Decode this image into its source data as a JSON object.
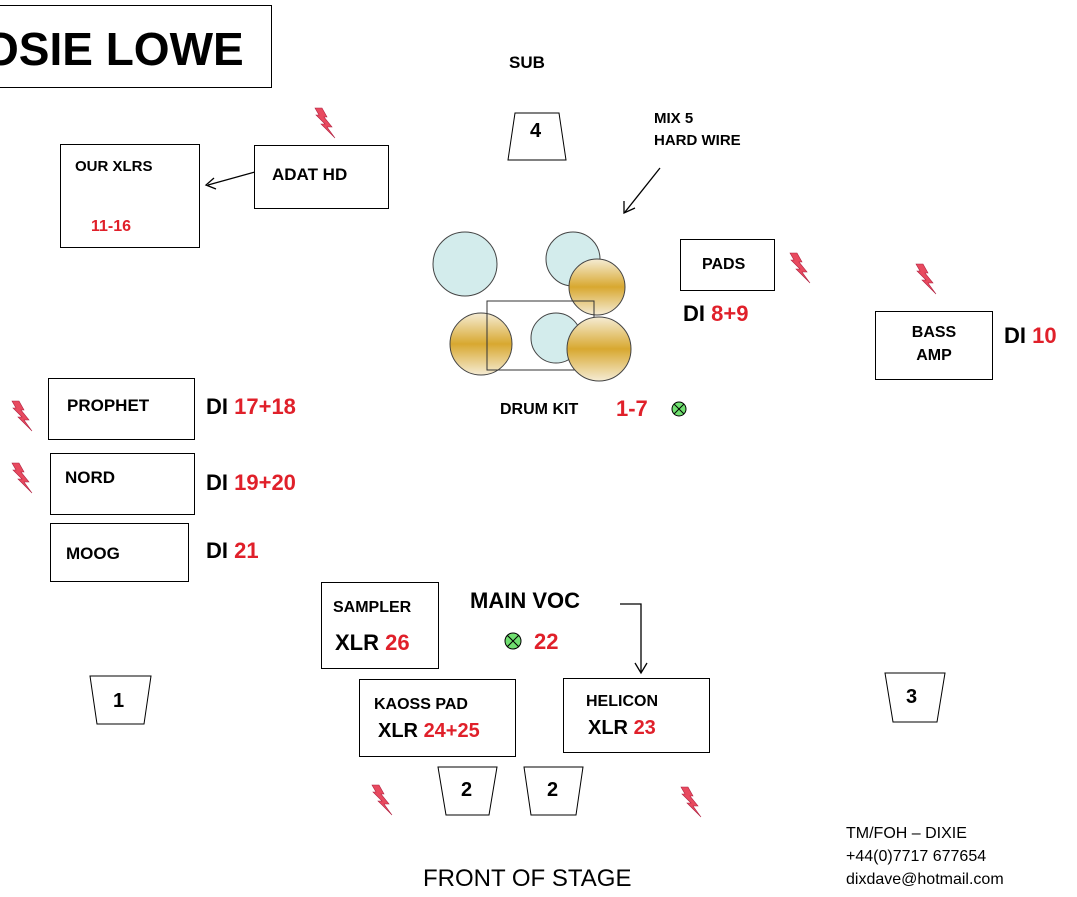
{
  "title": "OSIE LOWE",
  "sub": {
    "label": "SUB"
  },
  "mix": {
    "line1": "MIX 5",
    "line2": "HARD WIRE"
  },
  "our_xlrs": {
    "label": "OUR XLRS",
    "channels": "11-16"
  },
  "adat": {
    "label": "ADAT HD"
  },
  "pads": {
    "label": "PADS",
    "di": "DI",
    "channels": "8+9"
  },
  "bass": {
    "line1": "BASS",
    "line2": "AMP",
    "di": "DI",
    "channels": "10"
  },
  "drum_kit": {
    "label": "DRUM KIT",
    "channels": "1-7"
  },
  "prophet": {
    "label": "PROPHET",
    "di": "DI",
    "channels": "17+18"
  },
  "nord": {
    "label": "NORD",
    "di": "DI",
    "channels": "19+20"
  },
  "moog": {
    "label": "MOOG",
    "di": "DI",
    "channels": "21"
  },
  "sampler": {
    "label": "SAMPLER",
    "xlr": "XLR",
    "channels": "26"
  },
  "main_voc": {
    "label": "MAIN VOC",
    "channels": "22"
  },
  "kaoss": {
    "label": "KAOSS PAD",
    "xlr": "XLR",
    "channels": "24+25"
  },
  "helicon": {
    "label": "HELICON",
    "xlr": "XLR",
    "channels": "23"
  },
  "monitors": {
    "m1": "1",
    "m2a": "2",
    "m2b": "2",
    "m3": "3",
    "m4": "4"
  },
  "front": "FRONT OF STAGE",
  "contact": {
    "line1": "TM/FOH – DIXIE",
    "line2": "+44(0)7717 677654",
    "line3": "dixdave@hotmail.com"
  },
  "colors": {
    "red": "#e0202a",
    "drum_shell": "#d3ecec",
    "cymbal": "#dcb040",
    "power": "#e0405a",
    "mic_green": "#70e070"
  },
  "icons": {
    "power": "power-lightning-icon",
    "mic": "mic-position-icon"
  }
}
